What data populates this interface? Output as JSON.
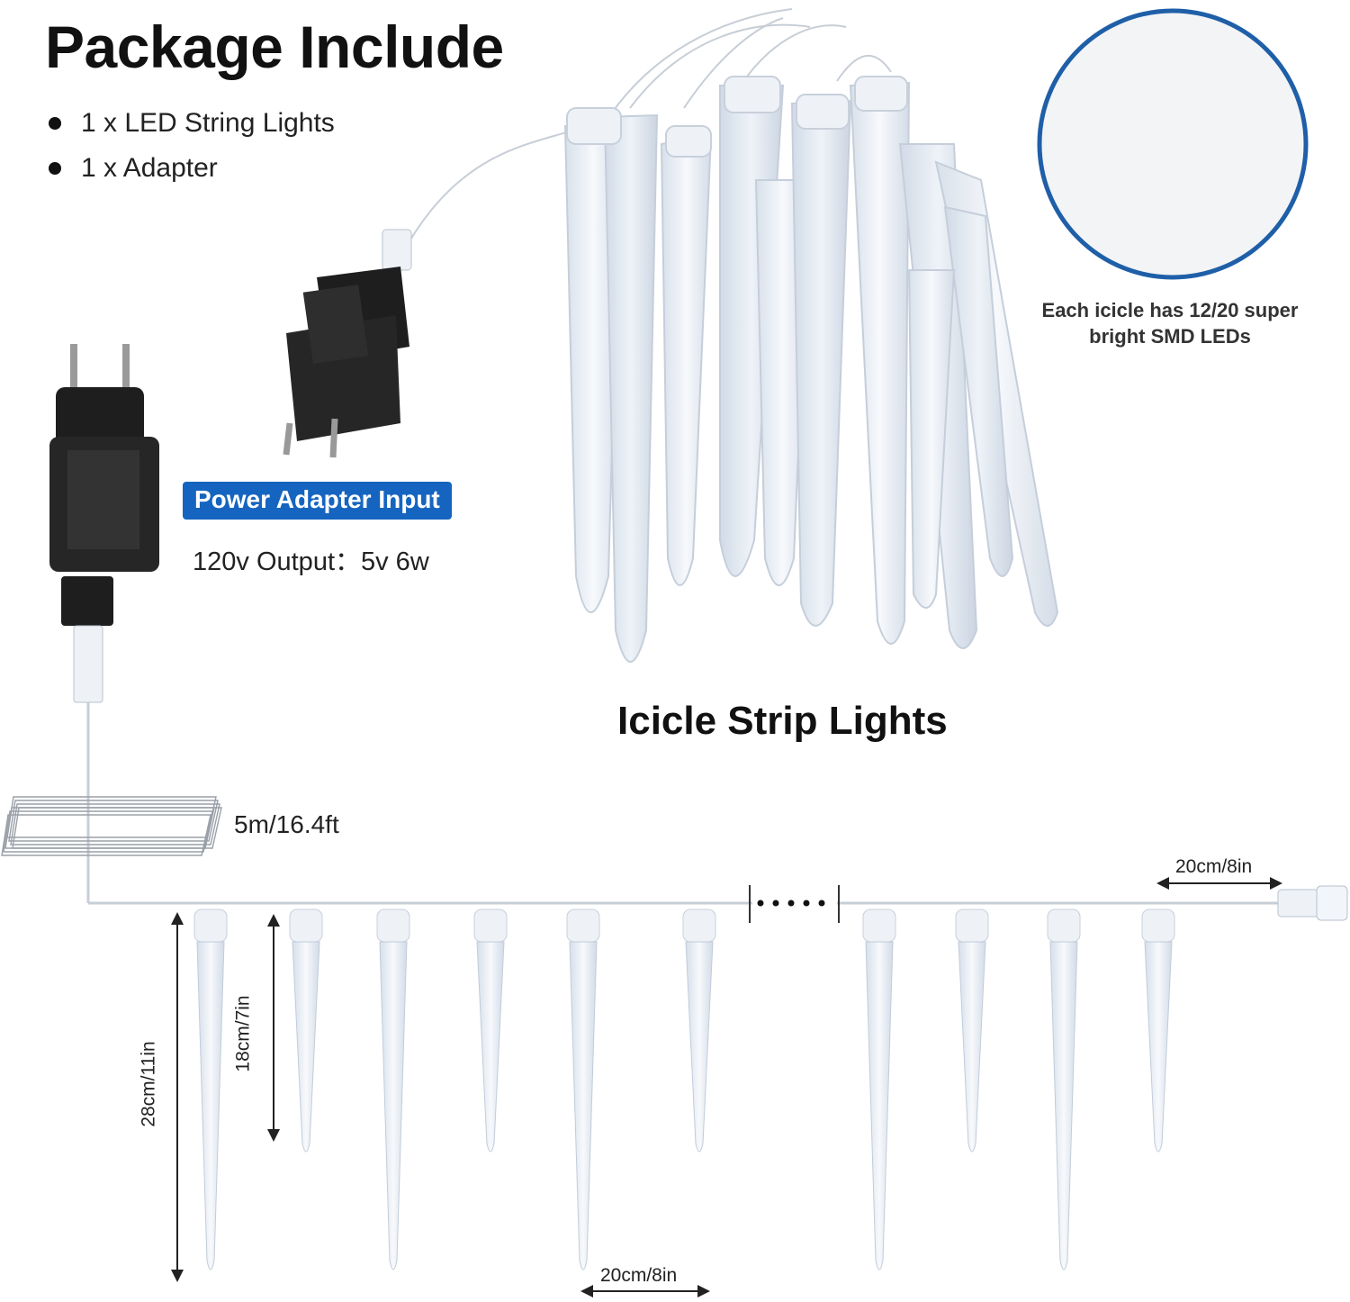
{
  "title": "Package Include",
  "package_items": [
    "1 x LED String Lights",
    "1 x Adapter"
  ],
  "adapter": {
    "badge": "Power Adapter Input",
    "spec": "120v Output：5v 6w"
  },
  "cable_length": "5m/16.4ft",
  "product_label": "Icicle Strip Lights",
  "led_note": {
    "line1": "Each icicle has 12/20 super",
    "line2": "bright SMD LEDs"
  },
  "dimensions": {
    "lead_length": "20cm/8in",
    "long_icicle": "28cm/11in",
    "short_icicle": "18cm/7in",
    "spacing": "20cm/8in"
  },
  "colors": {
    "badge_blue": "#1565c0",
    "circle_border": "#1f5fa8",
    "icicle_ice": "#e8eef6",
    "adapter_black": "#1e1e1e"
  },
  "icons": [
    "eu-plug-adapter-icon",
    "led-strip-closeup-icon",
    "icicle-bundle-icon",
    "coiled-cable-icon",
    "connector-icon"
  ]
}
